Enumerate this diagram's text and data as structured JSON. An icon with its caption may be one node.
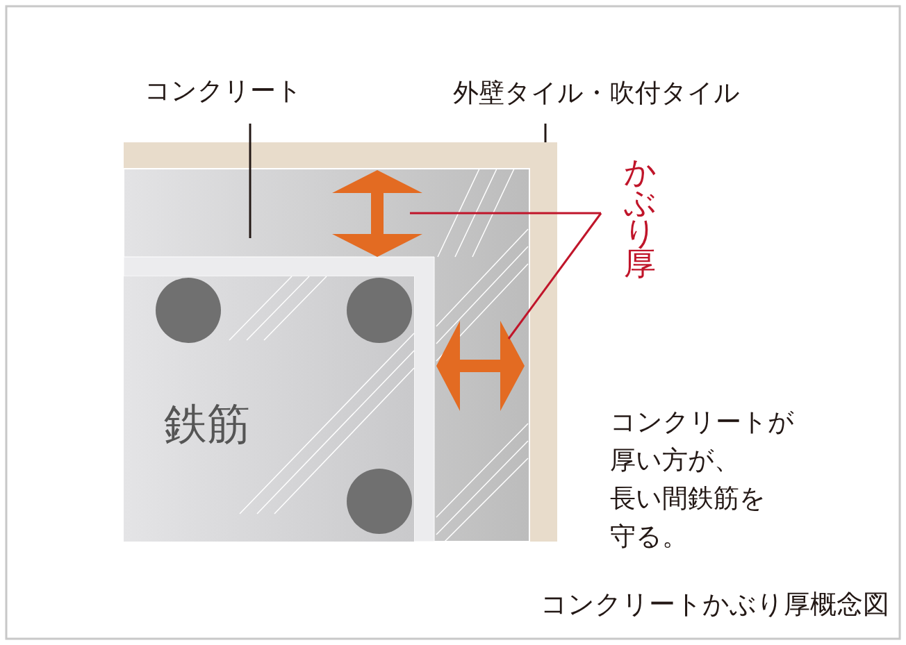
{
  "diagram": {
    "caption": "コンクリートかぶり厚概念図",
    "nodes": [
      {
        "text": [
          "コンクリート"
        ]
      },
      {
        "text": [],
        "shape": "box",
        "in": 3
      },
      {
        "text": [
          "外壁タイル・吹付タイル"
        ]
      },
      {
        "text": [],
        "shape": "box"
      },
      {
        "text": [
          "かぶり厚"
        ]
      },
      {
        "text": [],
        "shape": "arrow",
        "in": 1
      },
      {
        "text": [],
        "shape": "arrow",
        "in": 1
      }
    ],
    "edges": [
      {
        "from": 0,
        "to": 1,
        "arrow": "none"
      },
      {
        "from": 2,
        "to": 3,
        "arrow": "none"
      },
      {
        "from": 4,
        "to": 5,
        "arrow": "none",
        "color": "#c0152a"
      },
      {
        "from": 4,
        "to": 6,
        "arrow": "none",
        "color": "#c0152a"
      }
    ],
    "labels": [
      "鉄筋",
      "コンクリートが厚い方が、長い間鉄筋を守る。"
    ]
  }
}
